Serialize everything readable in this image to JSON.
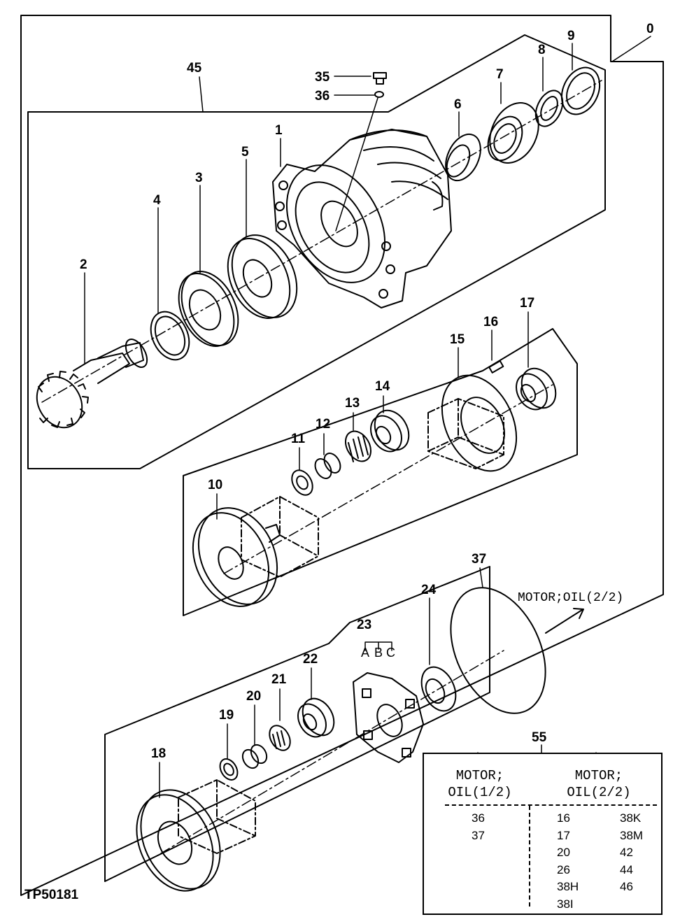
{
  "diagram": {
    "part_numbers": [
      "0",
      "1",
      "2",
      "3",
      "4",
      "5",
      "6",
      "7",
      "8",
      "9",
      "10",
      "11",
      "12",
      "13",
      "14",
      "15",
      "16",
      "17",
      "18",
      "19",
      "20",
      "21",
      "22",
      "23",
      "24",
      "35",
      "36",
      "37",
      "45",
      "55"
    ],
    "variant_letters": [
      "A",
      "B",
      "C"
    ],
    "reference_arrow": "MOTOR;OIL(2/2)",
    "figure_id": "TP50181"
  },
  "legend": {
    "col1_header": "MOTOR;\nOIL(1/2)",
    "col2_header": "MOTOR;\nOIL(2/2)",
    "col1_items": [
      "36",
      "37"
    ],
    "col2a_items": [
      "16",
      "17",
      "20",
      "26",
      "38H",
      "38I"
    ],
    "col2b_items": [
      "38K",
      "38M",
      "42",
      "44",
      "46"
    ]
  }
}
